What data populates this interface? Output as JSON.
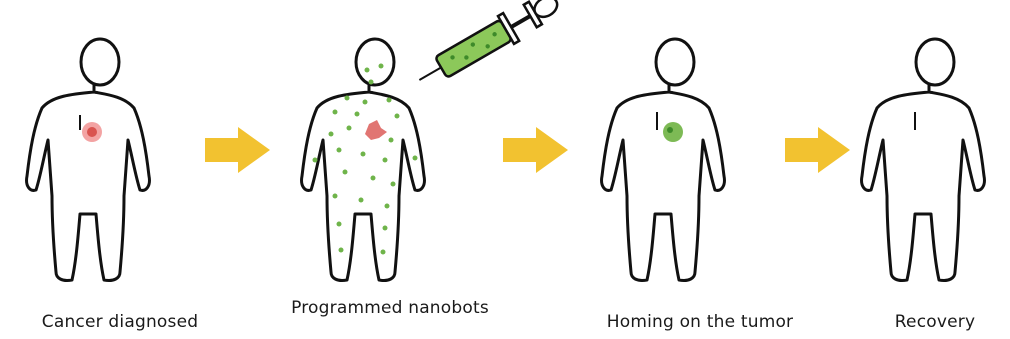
{
  "stages": [
    {
      "caption": "Cancer diagnosed"
    },
    {
      "caption": "Programmed nanobots"
    },
    {
      "caption": "Homing on the tumor"
    },
    {
      "caption": "Recovery"
    }
  ],
  "colors": {
    "outline": "#111111",
    "arrow": "#f2c230",
    "tumor": "#d9534f",
    "nanobot": "#6fb44a",
    "syringe_fill": "#8cc85a"
  },
  "icons": [
    "person-silhouette",
    "syringe-icon",
    "arrow-right-icon",
    "tumor-icon",
    "nanobot-dot-icon"
  ]
}
